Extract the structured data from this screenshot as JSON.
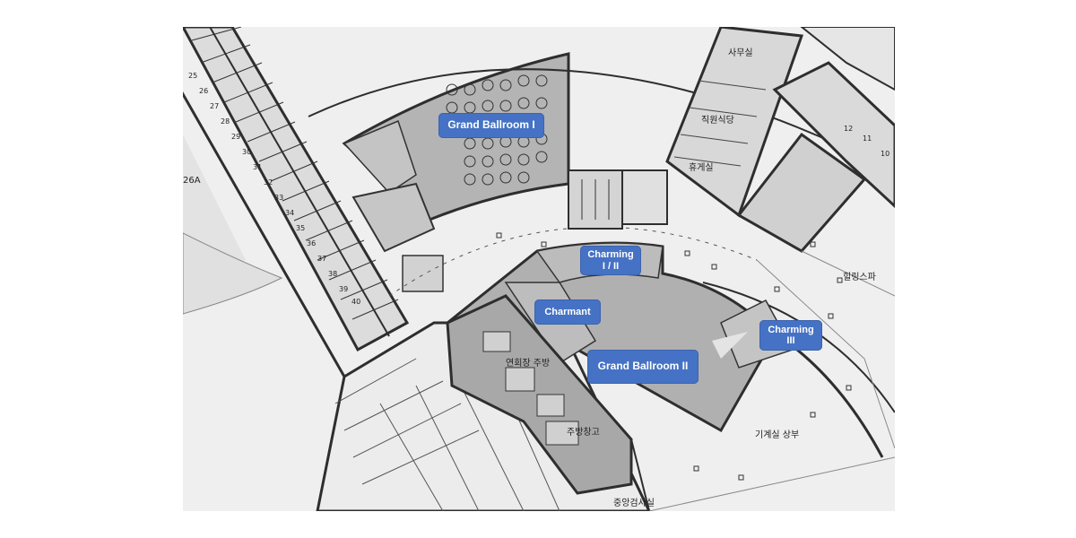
{
  "rooms": {
    "grand_ballroom_1": "Grand Ballroom I",
    "grand_ballroom_2": "Grand Ballroom II",
    "charmant": "Charmant",
    "charming_1_2_line1": "Charming",
    "charming_1_2_line2": "I / II",
    "charming_3_line1": "Charming",
    "charming_3_line2": "III"
  },
  "plan_labels": {
    "office": "사무실",
    "staff_room": "직원식당",
    "stairs_area": "휴게실",
    "banquet_kitchen": "연회장 주방",
    "kitchen_storage": "주방창고",
    "machine_room_upper": "기계실 상부",
    "central_inspection": "중앙검사실",
    "healing_spa": "힐링스파",
    "area_26a": "26A"
  },
  "room_numbers_left": [
    "25",
    "26",
    "27",
    "28",
    "29",
    "30",
    "31",
    "32",
    "33",
    "34",
    "35",
    "36",
    "37",
    "38",
    "39",
    "40"
  ],
  "room_numbers_right": [
    "12",
    "11",
    "10"
  ],
  "colors": {
    "label_bg": "#4572c4",
    "room_fill": "#b4b4b4",
    "wall": "#2e2e2e",
    "floor": "#efefef"
  }
}
